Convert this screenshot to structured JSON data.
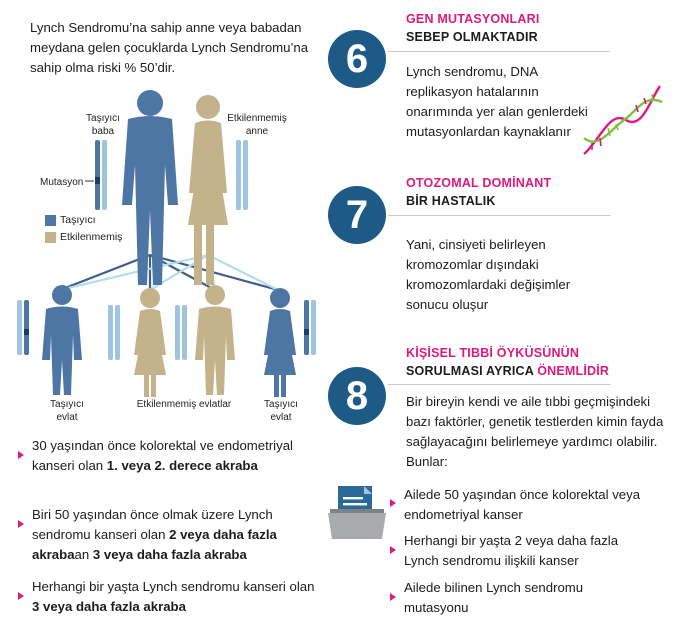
{
  "intro": "Lynch Sendromu’na sahip anne veya babadan meydana gelen çocuklarda Lynch Sendromu’na sahip olma riski % 50’dir.",
  "diagram": {
    "father_label": "Taşıyıcı baba",
    "mother_label": "Etkilenmemiş anne",
    "mutation_label": "Mutasyon",
    "legend": [
      {
        "label": "Taşıyıcı",
        "color": "#4e76a5"
      },
      {
        "label": "Etkilenmemiş",
        "color": "#c4b38a"
      }
    ],
    "child_left_label": "Taşıyıcı evlat",
    "children_middle_label": "Etkilenmemiş evlatlar",
    "child_right_label": "Taşıyıcı evlat"
  },
  "left_bullets": [
    {
      "pre": "30 yaşından önce kolorektal ve endometriyal kanseri olan ",
      "bold": "1. veya 2. derece akraba",
      "mid": "",
      "bold2": ""
    },
    {
      "pre": "Biri 50 yaşından önce olmak üzere Lynch sendromu kanseri olan ",
      "bold": "2 veya daha fazla akraba",
      "mid": "an ",
      "bold2": "3 veya daha fazla akraba"
    },
    {
      "pre": "Herhangi bir yaşta Lynch sendromu kanseri olan ",
      "bold": "3 veya daha fazla akraba",
      "mid": "",
      "bold2": ""
    }
  ],
  "sections": [
    {
      "number": "6",
      "title_line1": "GEN MUTASYONLARI",
      "title_line2": "SEBEP OLMAKTADIR",
      "text": "Lynch sendromu, DNA replikasyon hatalarının onarımında yer alan genlerdeki mutasyonlardan kaynaklanır"
    },
    {
      "number": "7",
      "title_line1": "OTOZOMAL DOMİNANT",
      "title_line2": "BİR HASTALIK",
      "text": "Yani, cinsiyeti belirleyen kromozomlar dışındaki kromozomlardaki değişimler sonucu oluşur"
    },
    {
      "number": "8",
      "title_line1": "KİŞİSEL TIBBİ ÖYKÜSÜNÜN",
      "title_line2": "SORULMASI AYRICA",
      "title_line2_pink": "ÖNEMLİDİR",
      "text": "Bir bireyin kendi ve aile tıbbi geçmişindeki bazı faktörler, genetik testlerden kimin fayda sağlayacağını belirlemeye yardımcı olabilir. Bunlar:"
    }
  ],
  "right_bullets": [
    "Ailede 50 yaşından önce kolorektal veya endometriyal kanser",
    "Herhangi bir yaşta 2 veya daha fazla Lynch sendromu ilişkili kanser",
    "Ailede bilinen Lynch sendromu mutasyonu"
  ],
  "colors": {
    "accent_pink": "#e0197d",
    "circle_blue": "#1d5b86",
    "carrier_blue": "#4e76a5",
    "unaffected_tan": "#c4b38a"
  }
}
